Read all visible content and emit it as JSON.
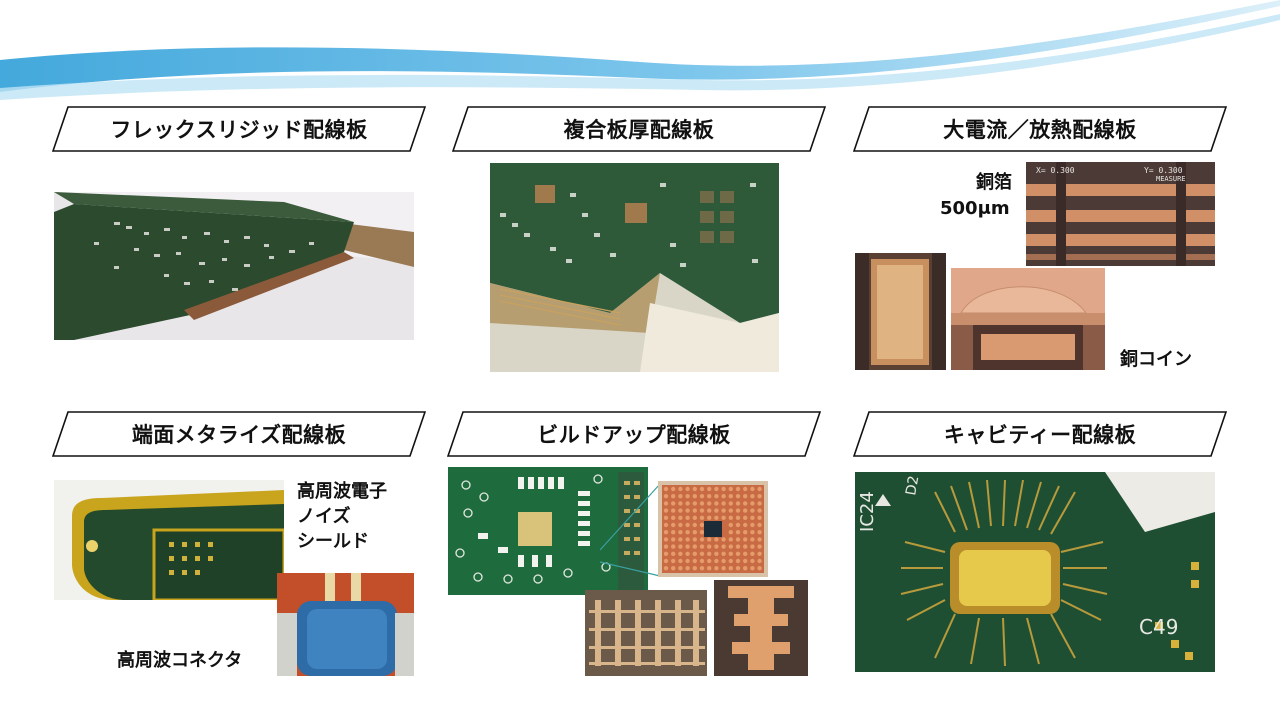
{
  "panels": [
    {
      "title": "フレックスリジッド配線板"
    },
    {
      "title": "複合板厚配線板"
    },
    {
      "title": "大電流／放熱配線板"
    },
    {
      "title": "端面メタライズ配線板"
    },
    {
      "title": "ビルドアップ配線板"
    },
    {
      "title": "キャビティー配線板"
    }
  ],
  "labels": {
    "copper_foil": "銅箔",
    "copper_thickness": "500μm",
    "copper_coin": "銅コイン",
    "noise_shield_line1": "高周波電子",
    "noise_shield_line2": "ノイズ",
    "noise_shield_line3": "シールド",
    "rf_connector": "高周波コネクタ"
  },
  "photo_texts": {
    "measure_left": "X= 0.300",
    "measure_right": "Y= 0.300",
    "measure_sub": "MEASURE",
    "cavity_ref1": "C49",
    "cavity_ref2": "IC24",
    "cavity_ref3": "D2"
  },
  "colors": {
    "wave_blue": "#2f9fd8",
    "wave_light": "#a9d9f2",
    "pcb_green": "#1f5a35",
    "copper": "#c98a5c",
    "gold": "#d8b02c"
  }
}
